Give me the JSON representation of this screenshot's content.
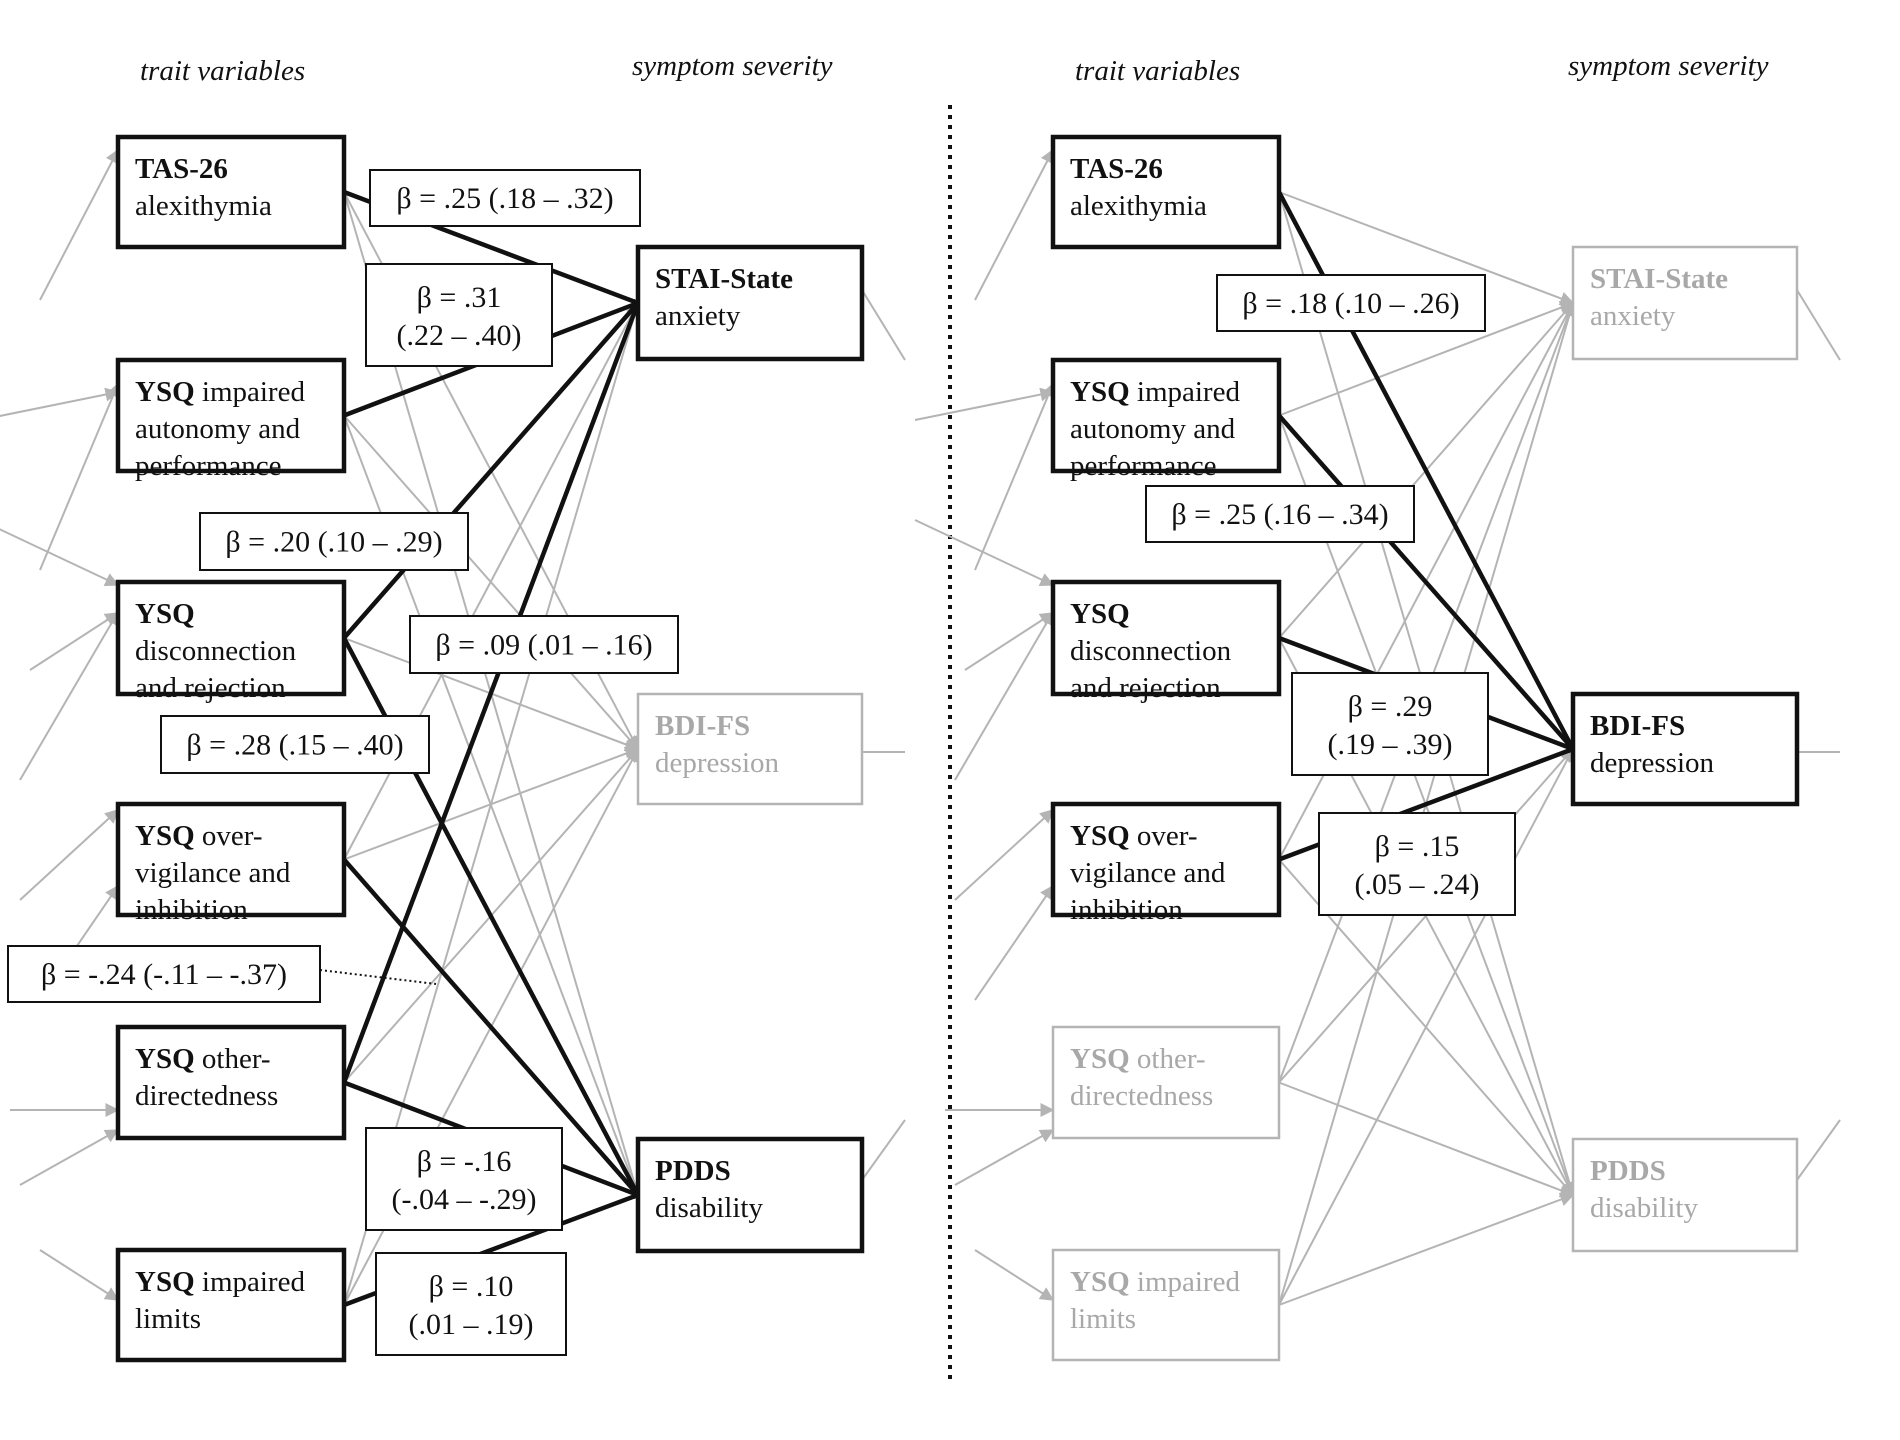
{
  "headers": {
    "trait": "trait variables",
    "symptom": "symptom severity"
  },
  "colors": {
    "active": "#111111",
    "inactive": "#b4b4b4",
    "inactive_text": "#a8a8a8"
  },
  "panels": [
    {
      "id": "left",
      "nodes": [
        {
          "id": "tas",
          "active": true,
          "lines": [
            {
              "bold": "TAS-26",
              "rest": ""
            },
            {
              "bold": "",
              "rest": "alexithymia"
            }
          ]
        },
        {
          "id": "iap",
          "active": true,
          "lines": [
            {
              "bold": "YSQ",
              "rest": " impaired"
            },
            {
              "bold": "",
              "rest": "autonomy and"
            },
            {
              "bold": "",
              "rest": "performance"
            }
          ]
        },
        {
          "id": "dr",
          "active": true,
          "lines": [
            {
              "bold": "YSQ",
              "rest": ""
            },
            {
              "bold": "",
              "rest": "disconnection"
            },
            {
              "bold": "",
              "rest": "and rejection"
            }
          ]
        },
        {
          "id": "ovi",
          "active": true,
          "lines": [
            {
              "bold": "YSQ",
              "rest": " over-"
            },
            {
              "bold": "",
              "rest": "vigilance and"
            },
            {
              "bold": "",
              "rest": "inhibition"
            }
          ]
        },
        {
          "id": "od",
          "active": true,
          "lines": [
            {
              "bold": "YSQ",
              "rest": " other-"
            },
            {
              "bold": "",
              "rest": "directedness"
            }
          ]
        },
        {
          "id": "il",
          "active": true,
          "lines": [
            {
              "bold": "YSQ",
              "rest": " impaired"
            },
            {
              "bold": "",
              "rest": "limits"
            }
          ]
        },
        {
          "id": "stai",
          "active": true,
          "lines": [
            {
              "bold": "STAI-State",
              "rest": ""
            },
            {
              "bold": "",
              "rest": "anxiety"
            }
          ]
        },
        {
          "id": "bdi",
          "active": false,
          "lines": [
            {
              "bold": "BDI-FS",
              "rest": ""
            },
            {
              "bold": "",
              "rest": "depression"
            }
          ]
        },
        {
          "id": "pdds",
          "active": true,
          "lines": [
            {
              "bold": "PDDS",
              "rest": ""
            },
            {
              "bold": "",
              "rest": "disability"
            }
          ]
        }
      ],
      "paths": [
        {
          "from": "tas",
          "to": "stai",
          "beta": ".25",
          "ci_low": ".18",
          "ci_high": ".32"
        },
        {
          "from": "iap",
          "to": "stai",
          "beta": ".31",
          "ci_low": ".22",
          "ci_high": ".40"
        },
        {
          "from": "dr",
          "to": "stai",
          "beta": ".20",
          "ci_low": ".10",
          "ci_high": ".29"
        },
        {
          "from": "od",
          "to": "stai",
          "beta": ".09",
          "ci_low": ".01",
          "ci_high": ".16"
        },
        {
          "from": "dr",
          "to": "pdds",
          "beta": ".28",
          "ci_low": ".15",
          "ci_high": ".40"
        },
        {
          "from": "ovi",
          "to": "pdds",
          "beta": "-.24",
          "ci_low": "-.11",
          "ci_high": "-.37"
        },
        {
          "from": "od",
          "to": "pdds",
          "beta": "-.16",
          "ci_low": "-.04",
          "ci_high": "-.29"
        },
        {
          "from": "il",
          "to": "pdds",
          "beta": ".10",
          "ci_low": ".01",
          "ci_high": ".19"
        }
      ],
      "labels": [
        {
          "text": "β = .25 (.18 – .32)"
        },
        {
          "line1": "β = .31",
          "line2": "(.22 – .40)"
        },
        {
          "text": "β = .20 (.10 – .29)"
        },
        {
          "text": "β = .09 (.01 – .16)"
        },
        {
          "text": "β = .28 (.15 – .40)"
        },
        {
          "text": "β = -.24 (-.11 – -.37)"
        },
        {
          "line1": "β = -.16",
          "line2": "(-.04 – -.29)"
        },
        {
          "line1": "β = .10",
          "line2": "(.01 – .19)"
        }
      ]
    },
    {
      "id": "right",
      "nodes": [
        {
          "id": "tas",
          "active": true,
          "lines": [
            {
              "bold": "TAS-26",
              "rest": ""
            },
            {
              "bold": "",
              "rest": "alexithymia"
            }
          ]
        },
        {
          "id": "iap",
          "active": true,
          "lines": [
            {
              "bold": "YSQ",
              "rest": " impaired"
            },
            {
              "bold": "",
              "rest": "autonomy and"
            },
            {
              "bold": "",
              "rest": "performance"
            }
          ]
        },
        {
          "id": "dr",
          "active": true,
          "lines": [
            {
              "bold": "YSQ",
              "rest": ""
            },
            {
              "bold": "",
              "rest": "disconnection"
            },
            {
              "bold": "",
              "rest": "and rejection"
            }
          ]
        },
        {
          "id": "ovi",
          "active": true,
          "lines": [
            {
              "bold": "YSQ",
              "rest": " over-"
            },
            {
              "bold": "",
              "rest": "vigilance and"
            },
            {
              "bold": "",
              "rest": "inhibition"
            }
          ]
        },
        {
          "id": "od",
          "active": false,
          "lines": [
            {
              "bold": "YSQ",
              "rest": " other-"
            },
            {
              "bold": "",
              "rest": "directedness"
            }
          ]
        },
        {
          "id": "il",
          "active": false,
          "lines": [
            {
              "bold": "YSQ",
              "rest": " impaired"
            },
            {
              "bold": "",
              "rest": "limits"
            }
          ]
        },
        {
          "id": "stai",
          "active": false,
          "lines": [
            {
              "bold": "STAI-State",
              "rest": ""
            },
            {
              "bold": "",
              "rest": "anxiety"
            }
          ]
        },
        {
          "id": "bdi",
          "active": true,
          "lines": [
            {
              "bold": "BDI-FS",
              "rest": ""
            },
            {
              "bold": "",
              "rest": "depression"
            }
          ]
        },
        {
          "id": "pdds",
          "active": false,
          "lines": [
            {
              "bold": "PDDS",
              "rest": ""
            },
            {
              "bold": "",
              "rest": "disability"
            }
          ]
        }
      ],
      "paths": [
        {
          "from": "tas",
          "to": "bdi",
          "beta": ".18",
          "ci_low": ".10",
          "ci_high": ".26"
        },
        {
          "from": "iap",
          "to": "bdi",
          "beta": ".25",
          "ci_low": ".16",
          "ci_high": ".34"
        },
        {
          "from": "dr",
          "to": "bdi",
          "beta": ".29",
          "ci_low": ".19",
          "ci_high": ".39"
        },
        {
          "from": "ovi",
          "to": "bdi",
          "beta": ".15",
          "ci_low": ".05",
          "ci_high": ".24"
        }
      ],
      "labels": [
        {
          "text": "β = .18 (.10 – .26)"
        },
        {
          "text": "β = .25 (.16 – .34)"
        },
        {
          "line1": "β = .29",
          "line2": "(.19 – .39)"
        },
        {
          "line1": "β = .15",
          "line2": "(.05 – .24)"
        }
      ]
    }
  ]
}
